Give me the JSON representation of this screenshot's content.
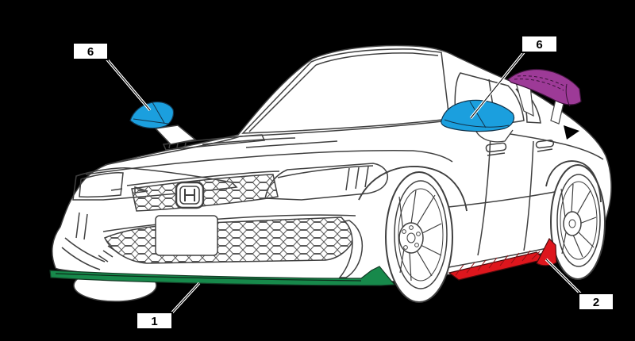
{
  "background_color": "#000000",
  "line_color": "#404040",
  "body_fill": "#ffffff",
  "colors": {
    "mirror_blue": "#1B9FDE",
    "wing_purple": "#9D3A97",
    "lip_green": "#17894B",
    "skirt_red": "#DE161D",
    "skirt_red_dark": "#8F1013",
    "callout_box_fill": "#FFFFFF",
    "callout_box_border": "#000000",
    "leader_casing": "#FFFFFF",
    "leader_core": "#000000"
  },
  "callouts": [
    {
      "label": "6",
      "target": "left-door-mirror"
    },
    {
      "label": "6",
      "target": "right-door-mirror"
    },
    {
      "label": "1",
      "target": "front-lip-spoiler"
    },
    {
      "label": "2",
      "target": "side-skirt-rear-strake"
    }
  ],
  "unlabeled_highlights": [
    {
      "target": "rear-wing-spoiler"
    }
  ]
}
